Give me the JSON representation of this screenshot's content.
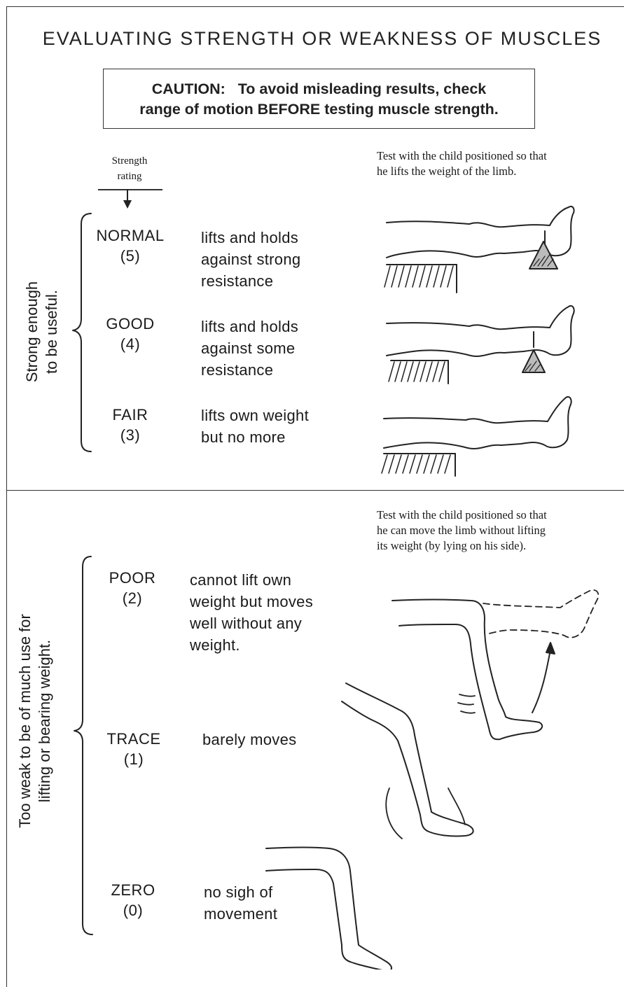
{
  "title": "EVALUATING STRENGTH OR WEAKNESS OF MUSCLES",
  "caution": {
    "line1": "CAUTION:   To avoid misleading results, check",
    "line2": "range of motion BEFORE testing muscle strength."
  },
  "rating_header": {
    "line1": "Strength",
    "line2": "rating"
  },
  "upper": {
    "note": [
      "Test with the child positioned so that",
      "he lifts the weight of the limb."
    ],
    "side_label": [
      "Strong enough",
      "to be useful."
    ],
    "grades": [
      {
        "name": "NORMAL",
        "score": "(5)",
        "desc": [
          "lifts and holds",
          "against strong",
          "resistance"
        ]
      },
      {
        "name": "GOOD",
        "score": "(4)",
        "desc": [
          "lifts and holds",
          "against some",
          "resistance"
        ]
      },
      {
        "name": "FAIR",
        "score": "(3)",
        "desc": [
          "lifts own weight",
          "but no more"
        ]
      }
    ]
  },
  "lower": {
    "note": [
      "Test with the child positioned so that",
      "he can move the limb without lifting",
      "its weight (by lying on his side)."
    ],
    "side_label": [
      "Too weak to be of much use for",
      "lifting or bearing weight."
    ],
    "grades": [
      {
        "name": "POOR",
        "score": "(2)",
        "desc": [
          "cannot lift own",
          "weight but moves",
          "well without any",
          "weight."
        ]
      },
      {
        "name": "TRACE",
        "score": "(1)",
        "desc": [
          "barely moves"
        ]
      },
      {
        "name": "ZERO",
        "score": "(0)",
        "desc": [
          "no sigh of",
          "movement"
        ]
      }
    ]
  }
}
